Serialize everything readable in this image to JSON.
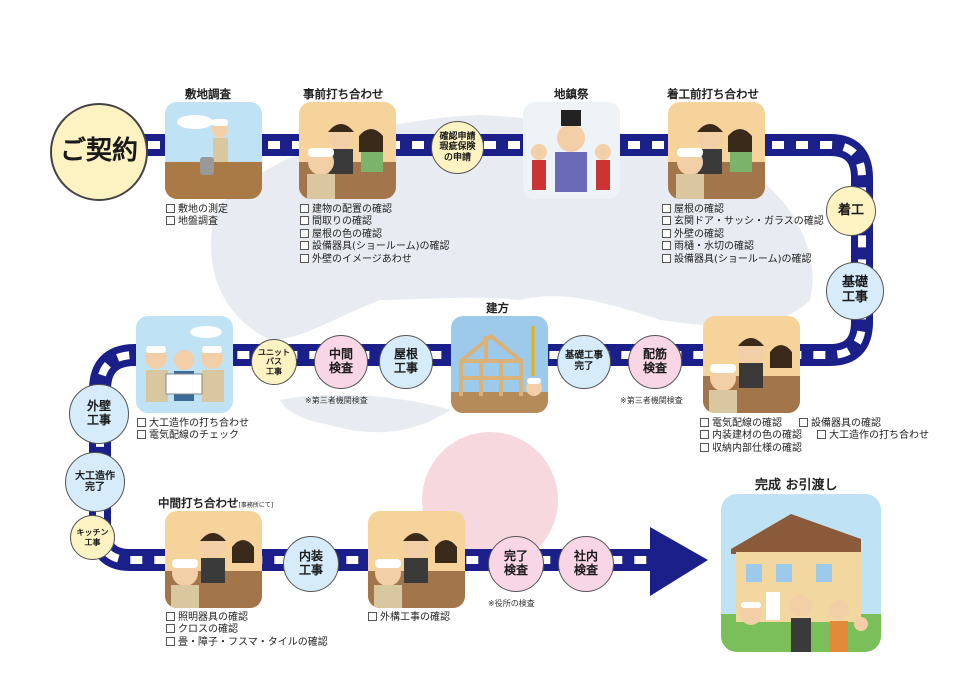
{
  "start": "ご契約",
  "stages": {
    "site_survey": {
      "title": "敷地調査",
      "items": [
        "敷地の測定",
        "地盤調査"
      ]
    },
    "pre_meeting": {
      "title": "事前打ち合わせ",
      "items": [
        "建物の配置の確認",
        "間取りの確認",
        "屋根の色の確認",
        "設備器具(ショールーム)の確認",
        "外壁のイメージあわせ"
      ]
    },
    "ground_ceremony": {
      "title": "地鎮祭"
    },
    "pre_construction_meeting": {
      "title": "着工前打ち合わせ",
      "items": [
        "屋根の確認",
        "玄関ドア・サッシ・ガラスの確認",
        "外壁の確認",
        "雨樋・水切の確認",
        "設備器具(ショールーム)の確認"
      ]
    },
    "framing": {
      "title": "建方"
    },
    "rebar_stage": {
      "items_col1": [
        "電気配線の確認",
        "内装建材の色の確認",
        "収納内部仕様の確認"
      ],
      "items_col2": [
        "設備器具の確認",
        "大工造作の打ち合わせ"
      ]
    },
    "wall_stage": {
      "items": [
        "大工造作の打ち合わせ",
        "電気配線のチェック"
      ]
    },
    "mid_meeting": {
      "title": "中間打ち合わせ",
      "subtitle": "[事務所にて]",
      "items": [
        "照明器具の確認",
        "クロスの確認",
        "畳・障子・フスマ・タイルの確認"
      ]
    },
    "exterior_stage": {
      "items": [
        "外構工事の確認"
      ]
    },
    "completion": {
      "title": "完成 お引渡し"
    }
  },
  "circles": {
    "application": "確認申請\n瑕疵保険\nの申請",
    "start_construction": "着工",
    "foundation": "基礎\n工事",
    "rebar_inspection": "配筋\n検査",
    "foundation_complete": "基礎工事\n完了",
    "roofing": "屋根\n工事",
    "mid_inspection": "中間\n検査",
    "unit_bath": "ユニット\nバス\n工事",
    "exterior_wall": "外壁\n工事",
    "carpentry_complete": "大工造作\n完了",
    "kitchen": "キッチン\n工事",
    "interior": "内装\n工事",
    "completion_inspection": "完了\n検査",
    "internal_inspection": "社内\n検査"
  },
  "notes": {
    "third_party_1": "※第三者機関検査",
    "third_party_2": "※第三者機関検査",
    "city_office": "※役所の検査"
  },
  "colors": {
    "track": "#1a1f8a",
    "blue_circle": "#d6ecfa",
    "pink_circle": "#f9d6e6",
    "yellow_circle": "#fdf3c2",
    "map_bg": "#e8ecf2",
    "sun": "#f7d8df"
  }
}
